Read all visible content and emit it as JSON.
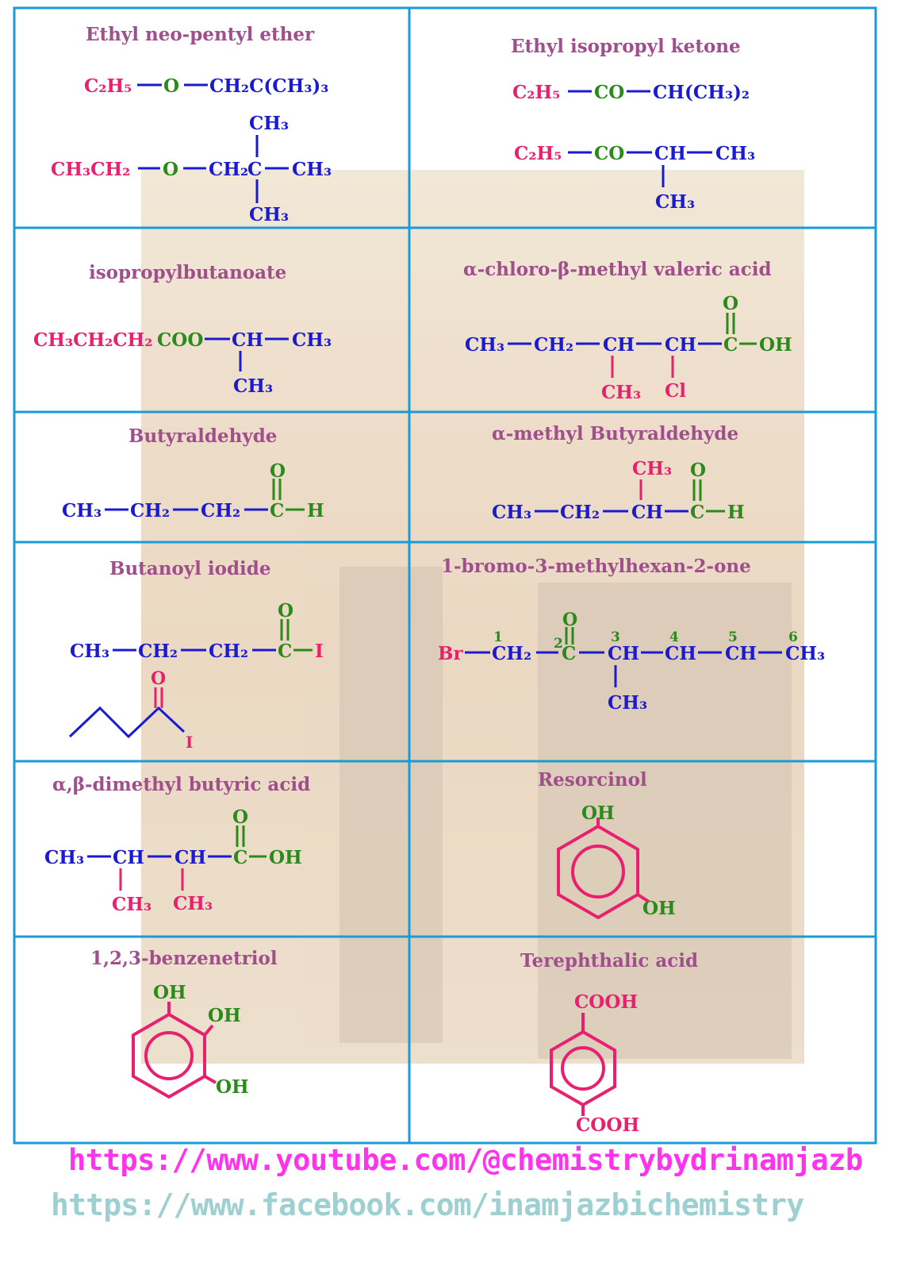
{
  "colors": {
    "grid": "#1a9bd8",
    "title": "#a04e8c",
    "pink": "#e8206e",
    "green": "#2a8a1a",
    "blue": "#1a1ad0",
    "url1": "#ff33ee",
    "url2": "#9ed0d2"
  },
  "cells": [
    {
      "title": "Ethyl neo-pentyl ether"
    },
    {
      "title": "Ethyl isopropyl ketone"
    },
    {
      "title": "isopropylbutanoate"
    },
    {
      "title": "α-chloro-β-methyl valeric acid"
    },
    {
      "title": "Butyraldehyde"
    },
    {
      "title": "α-methyl Butyraldehyde"
    },
    {
      "title": "Butanoyl iodide"
    },
    {
      "title": "1-bromo-3-methylhexan-2-one"
    },
    {
      "title": "α,β-dimethyl butyric acid"
    },
    {
      "title": "Resorcinol"
    },
    {
      "title": "1,2,3-benzenetriol"
    },
    {
      "title": "Terephthalic acid"
    }
  ],
  "atoms": {
    "ch3": "CH₃",
    "ch2": "CH₂",
    "ch": "CH",
    "c": "C",
    "o": "O",
    "oh": "OH",
    "h": "H",
    "i": "I",
    "cl": "Cl",
    "br": "Br",
    "co": "CO",
    "c2h5": "C₂H₅",
    "ch3ch2": "CH₃CH₂",
    "ch2cch33": "CH₂C(CH₃)₃",
    "chch32": "CH(CH₃)₂",
    "ch3ch2ch2": "CH₃CH₂CH₂",
    "coo": "COO",
    "cooh": "COOH"
  },
  "locants": [
    "1",
    "2",
    "3",
    "4",
    "5",
    "6"
  ],
  "footer": {
    "youtube": "https://www.youtube.com/@chemistrybydrinamjazb",
    "facebook": "https://www.facebook.com/inamjazbichemistry"
  }
}
